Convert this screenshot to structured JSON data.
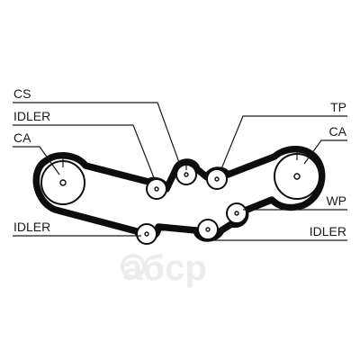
{
  "labels": {
    "cs": "CS",
    "idler_top_left": "IDLER",
    "ca_left": "CA",
    "idler_bottom_left": "IDLER",
    "tp": "TP",
    "ca_right": "CA",
    "wp": "WP",
    "idler_bottom_right": "IDLER"
  },
  "watermark": {
    "text": "aбcp"
  },
  "colors": {
    "belt": "#0d0d0d",
    "ink": "#1a1a1a",
    "watermark": "#ececec",
    "background": "#ffffff"
  }
}
